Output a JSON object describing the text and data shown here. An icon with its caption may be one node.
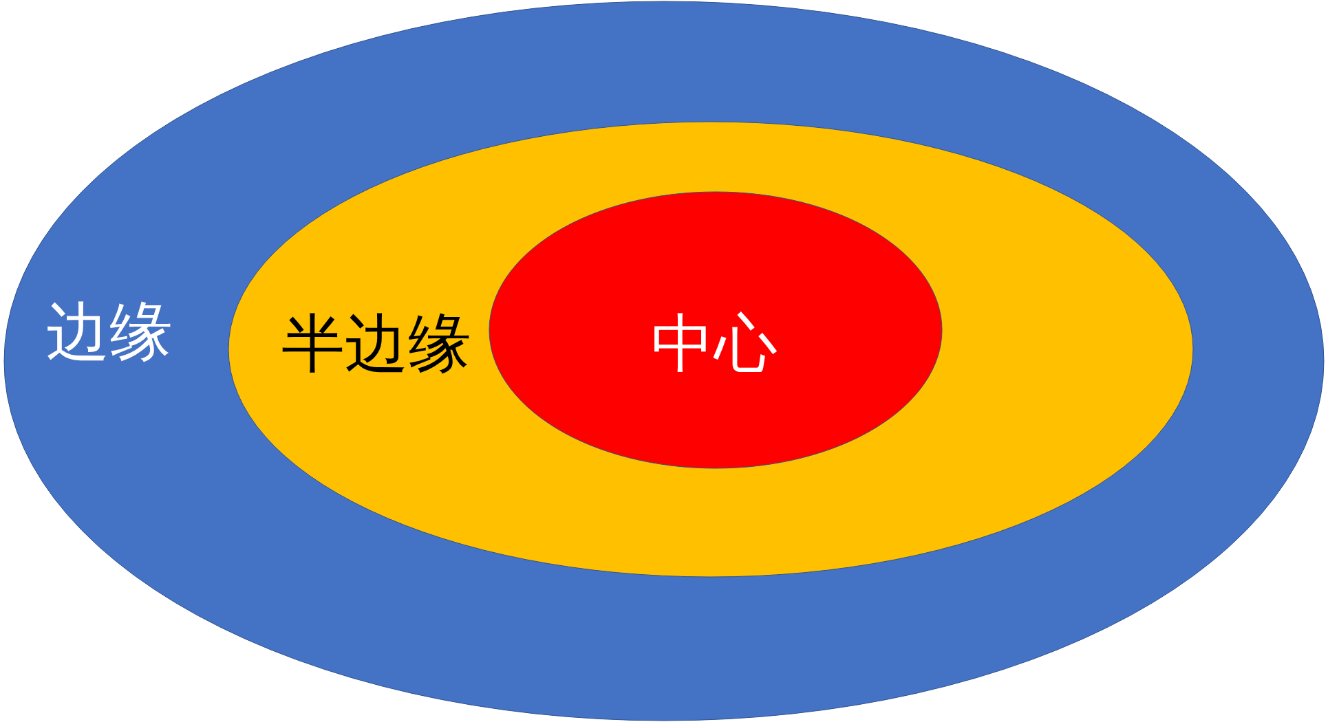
{
  "diagram": {
    "nodes": [
      {
        "text": [
          "边缘"
        ]
      },
      {
        "text": [
          "半边缘"
        ],
        "in": 0
      },
      {
        "text": [
          "中心"
        ],
        "in": 1
      }
    ]
  }
}
